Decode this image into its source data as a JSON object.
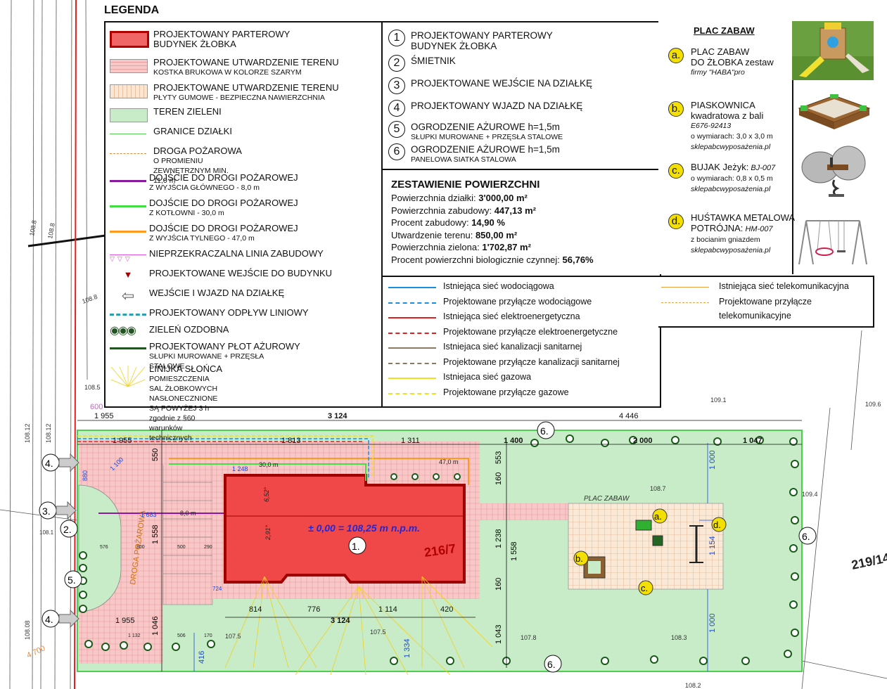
{
  "legend": {
    "title": "LEGENDA",
    "items": [
      {
        "label": "PROJEKTOWANY PARTEROWY",
        "sub": "BUDYNEK ŻŁOBKA",
        "sub_large": true
      },
      {
        "label": "PROJEKTOWANE UTWARDZENIE TERENU",
        "sub": "KOSTKA BRUKOWA W KOLORZE SZARYM"
      },
      {
        "label": "PROJEKTOWANE UTWARDZENIE TERENU",
        "sub": "PŁYTY GUMOWE - BEZPIECZNA NAWIERZCHNIA"
      },
      {
        "label": "TEREN ZIELENI",
        "sub": ""
      },
      {
        "label": "GRANICE DZIAŁKI",
        "sub": ""
      },
      {
        "label": "DROGA POŻAROWA",
        "sub": "O PROMIENIU ZEWNĘTRZNYM MIN. 11,0 m"
      },
      {
        "label": "DOJŚCIE DO DROGI POŻAROWEJ",
        "sub": "Z WYJŚCIA GŁÓWNEGO - 8,0 m"
      },
      {
        "label": "DOJŚCIE DO DROGI POŻAROWEJ",
        "sub": "Z KOTŁOWNI - 30,0 m"
      },
      {
        "label": "DOJŚCIE DO DROGI POŻAROWEJ",
        "sub": "Z WYJŚCIA TYLNEGO - 47,0 m"
      },
      {
        "label": "NIEPRZEKRACZALNA LINIA ZABUDOWY",
        "sub": ""
      },
      {
        "label": "PROJEKTOWANE WEJŚCIE DO BUDYNKU",
        "sub": ""
      },
      {
        "label": "WEJŚCIE I WJAZD NA DZIAŁKĘ",
        "sub": ""
      },
      {
        "label": "PROJEKTOWANY ODPŁYW LINIOWY",
        "sub": ""
      },
      {
        "label": "ZIELEŃ OZDOBNA",
        "sub": ""
      },
      {
        "label": "PROJEKTOWANY PŁOT AŻUROWY",
        "sub": "SŁUPKI MUROWANE + PRZĘSŁA STALOWE"
      },
      {
        "label": "LINIJKA SŁOŃCA",
        "sub": "POMIESZCZENIA SAL ŻŁOBKOWYCH\nNASŁONECZNIONE SĄ POWYŻEJ 3 h\nzgodnie z §60 warunków technicznych"
      }
    ],
    "colors": {
      "building": "#f06565",
      "building_border": "#b00000",
      "paving": "#f8c8c8",
      "rubber": "#fbe6d2",
      "green": "#c8ecc8",
      "boundary": "#55cc55",
      "fire_road": "#e08a40",
      "path_main": "#8a1aa0",
      "path_boiler": "#44dd44",
      "path_rear": "#ff9a20",
      "building_line": "#e050e0",
      "entrance": "#a00000",
      "drain": "#2aa0b0",
      "fence": "#225522",
      "sun": "#f0d020"
    }
  },
  "numbered": [
    {
      "n": "1.",
      "label": "PROJEKTOWANY PARTEROWY",
      "sub": "BUDYNEK ŻŁOBKA"
    },
    {
      "n": "2.",
      "label": "ŚMIETNIK",
      "sub": ""
    },
    {
      "n": "3.",
      "label": "PROJEKTOWANE WEJŚCIE NA DZIAŁKĘ",
      "sub": ""
    },
    {
      "n": "4.",
      "label": "PROJEKTOWANY WJAZD NA DZIAŁKĘ",
      "sub": ""
    },
    {
      "n": "5.",
      "label": "OGRODZENIE AŻUROWE h=1,5m",
      "sub": "SŁUPKI MUROWANE + PRZĘSŁA STALOWE"
    },
    {
      "n": "6.",
      "label": "OGRODZENIE AŻUROWE h=1,5m",
      "sub": "PANELOWA SIATKA STALOWA"
    }
  ],
  "zestawienie": {
    "title": "ZESTAWIENIE POWIERZCHNI",
    "rows": [
      {
        "label": "Powierzchnia działki:",
        "value": "3'000,00 m²"
      },
      {
        "label": "Powierzchnia zabudowy:",
        "value": "447,13 m²"
      },
      {
        "label": "Procent zabudowy:",
        "value": "14,90 %"
      },
      {
        "label": "Utwardzenie terenu:",
        "value": "850,00 m²"
      },
      {
        "label": "Powierzchnia zielona:",
        "value": "1'702,87 m²"
      },
      {
        "label": "Procent powierzchni biologicznie czynnej:",
        "value": "56,76%"
      }
    ]
  },
  "utilities_left": [
    {
      "label": "Istniejąca sieć wodociągowa",
      "color": "#1a8fe0",
      "dashed": false
    },
    {
      "label": "Projektowane przyłącze wodociągowe",
      "color": "#1a8fe0",
      "dashed": true
    },
    {
      "label": "Istniejąca sieć elektroenergetyczna",
      "color": "#e02020",
      "dashed": false
    },
    {
      "label": "Projektowane przyłącze elektroenergetyczne",
      "color": "#e02020",
      "dashed": true
    },
    {
      "label": "Istniejaca sieć kanalizacji sanitarnej",
      "color": "#8a7a60",
      "dashed": false
    },
    {
      "label": "Projektowane przyłącze kanalizacji sanitarnej",
      "color": "#8a7a60",
      "dashed": true
    },
    {
      "label": "Istniejaca sieć gazowa",
      "color": "#f0e020",
      "dashed": false
    },
    {
      "label": "Projektowane przyłącze gazowe",
      "color": "#f0e020",
      "dashed": true
    }
  ],
  "utilities_right": [
    {
      "label": "Istniejąca sieć telekomunikacyjna",
      "color": "#f0a040",
      "dashed": false
    },
    {
      "label": "Projektowane przyłącze",
      "label2": "telekomunikacyjne",
      "color": "#f0a040",
      "dashed": true
    }
  ],
  "plac_zabaw": {
    "title": "PLAC ZABAW",
    "items": [
      {
        "badge": "a.",
        "l1": "PLAC ZABAW",
        "l2": "DO ŻŁOBKA zestaw",
        "l3": "firmy \"HABA\"pro",
        "l4": "",
        "l5": ""
      },
      {
        "badge": "b.",
        "l1": "PIASKOWNICA",
        "l2": "kwadratowa z bali",
        "l3": "E676-92413",
        "l4": "o wymiarach: 3,0 x 3,0 m",
        "l5": "sklepabcwyposażenia.pl"
      },
      {
        "badge": "c.",
        "l1": "BUJAK Jeżyk:",
        "l1b": "BJ-007",
        "l2": "",
        "l3": "",
        "l4": "o wymiarach: 0,8 x 0,5 m",
        "l5": "sklepabcwyposażenia.pl"
      },
      {
        "badge": "d.",
        "l1": "HUŚTAWKA METALOWA",
        "l2": "POTRÓJNA:",
        "l2b": "HM-007",
        "l4": "z bocianim gniazdem",
        "l5": "sklepabcwyposażenia.pl"
      }
    ]
  },
  "plan": {
    "parcel_id": "216/7",
    "neighbour_id": "219/14",
    "elevation": "± 0,00 = 108,25 m n.p.m.",
    "plac_label": "PLAC ZABAW",
    "droga_label": "DROGA POŻAROWA",
    "callouts": [
      "1.",
      "2.",
      "3.",
      "4.",
      "4.",
      "5.",
      "6.",
      "6.",
      "6."
    ],
    "play_badges": [
      "a.",
      "b.",
      "c.",
      "d."
    ],
    "dims_top": [
      "1 955",
      "3 124",
      "4 446"
    ],
    "dims_row2": [
      "1 955",
      "1 813",
      "1 311",
      "1 400",
      "2 000",
      "1 047"
    ],
    "dims_bottom": [
      "814",
      "776",
      "1 114",
      "420",
      "1 955",
      "3 124"
    ],
    "dims_vertical": [
      "550",
      "1 558",
      "1 046",
      "416",
      "553",
      "160",
      "1 238",
      "1 558",
      "160",
      "1 043",
      "1 000",
      "1 154",
      "1 000",
      "1 334"
    ],
    "dims_small": [
      "1 248",
      "30,0 m",
      "47,0 m",
      "8,0 m",
      "1 683",
      "6,52°",
      "2,91°",
      "1 100",
      "880",
      "600",
      "576",
      "800",
      "500",
      "290",
      "170",
      "724",
      "1 132",
      "506"
    ],
    "elev_points": [
      "108.8",
      "108.8",
      "108.8",
      "108.5",
      "109.1",
      "109.6",
      "108.7",
      "109.4",
      "107.5",
      "107.8",
      "108.3",
      "107.5",
      "108.2",
      "108.1",
      "108.08",
      "108.12",
      "108.12"
    ],
    "left_dim": "4 700"
  }
}
